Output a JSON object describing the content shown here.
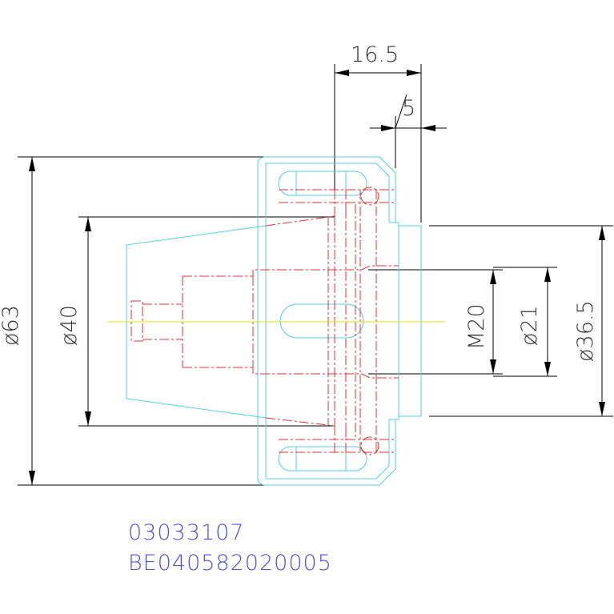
{
  "dimensions": {
    "width_top": "16.5",
    "width_small": "5",
    "dia_outer": "ø63",
    "dia_inner": "ø40",
    "thread": "M20",
    "dia_bore": "ø21",
    "dia_hub": "ø36.5"
  },
  "part_codes": {
    "line1": "03033107",
    "line2": "BE040582020005"
  },
  "colors": {
    "outline": "#4fd0e8",
    "hidden": "#e53030",
    "centerline": "#e6e600",
    "dimension": "#000000",
    "code_text": "#5050e0"
  }
}
